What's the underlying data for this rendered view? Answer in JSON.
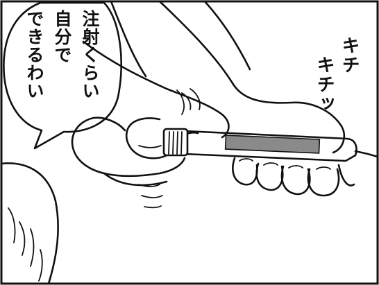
{
  "speech_balloon": {
    "lines": [
      "注射くらい",
      "自分で",
      "できるわい"
    ]
  },
  "sound_effect": {
    "lines": [
      "キチ",
      "キチッ"
    ]
  },
  "colors": {
    "ink": "#111111",
    "paper": "#ffffff",
    "screentone": "#8a8a8a"
  }
}
